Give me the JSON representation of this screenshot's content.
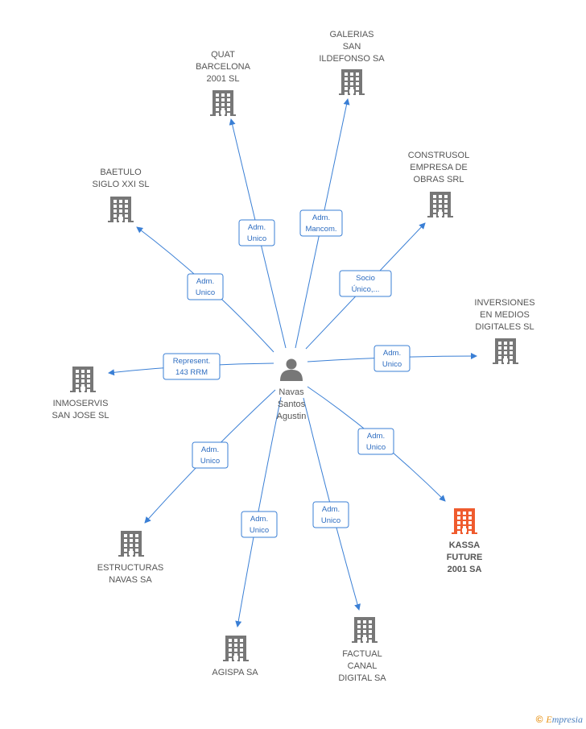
{
  "center": {
    "label_lines": [
      "Navas",
      "Santos",
      "Agustin"
    ],
    "icon": "person-icon"
  },
  "colors": {
    "edge": "#3a7fd5",
    "building": "#777777",
    "highlight": "#ef5b2e",
    "text": "#555555"
  },
  "nodes": [
    {
      "id": "quat",
      "label_lines": [
        "QUAT",
        "BARCELONA",
        "2001 SL"
      ],
      "icon": "building-icon",
      "highlight": false
    },
    {
      "id": "galerias",
      "label_lines": [
        "GALERIAS",
        "SAN",
        "ILDEFONSO SA"
      ],
      "icon": "building-icon",
      "highlight": false
    },
    {
      "id": "baetulo",
      "label_lines": [
        "BAETULO",
        "SIGLO XXI SL"
      ],
      "icon": "building-icon",
      "highlight": false
    },
    {
      "id": "construsol",
      "label_lines": [
        "CONSTRUSOL",
        "EMPRESA DE",
        "OBRAS SRL"
      ],
      "icon": "building-icon",
      "highlight": false
    },
    {
      "id": "inversiones",
      "label_lines": [
        "INVERSIONES",
        "EN MEDIOS",
        "DIGITALES  SL"
      ],
      "icon": "building-icon",
      "highlight": false
    },
    {
      "id": "inmoservis",
      "label_lines": [
        "INMOSERVIS",
        "SAN JOSE  SL"
      ],
      "icon": "building-icon",
      "highlight": false
    },
    {
      "id": "kassa",
      "label_lines": [
        "KASSA",
        "FUTURE",
        "2001 SA"
      ],
      "icon": "building-icon",
      "highlight": true
    },
    {
      "id": "estructuras",
      "label_lines": [
        "ESTRUCTURAS",
        "NAVAS SA"
      ],
      "icon": "building-icon",
      "highlight": false
    },
    {
      "id": "agispa",
      "label_lines": [
        "AGISPA SA"
      ],
      "icon": "building-icon",
      "highlight": false
    },
    {
      "id": "factual",
      "label_lines": [
        "FACTUAL",
        "CANAL",
        "DIGITAL SA"
      ],
      "icon": "building-icon",
      "highlight": false
    }
  ],
  "edges": [
    {
      "to": "quat",
      "label_lines": [
        "Adm.",
        "Unico"
      ]
    },
    {
      "to": "galerias",
      "label_lines": [
        "Adm.",
        "Mancom."
      ]
    },
    {
      "to": "baetulo",
      "label_lines": [
        "Adm.",
        "Unico"
      ]
    },
    {
      "to": "construsol",
      "label_lines": [
        "Socio",
        "Único,..."
      ]
    },
    {
      "to": "inversiones",
      "label_lines": [
        "Adm.",
        "Unico"
      ]
    },
    {
      "to": "inmoservis",
      "label_lines": [
        "Represent.",
        "143 RRM"
      ]
    },
    {
      "to": "kassa",
      "label_lines": [
        "Adm.",
        "Unico"
      ]
    },
    {
      "to": "estructuras",
      "label_lines": [
        "Adm.",
        "Unico"
      ]
    },
    {
      "to": "agispa",
      "label_lines": [
        "Adm.",
        "Unico"
      ]
    },
    {
      "to": "factual",
      "label_lines": [
        "Adm.",
        "Unico"
      ]
    }
  ],
  "footer": {
    "copyright_symbol": "©",
    "brand_initial": "E",
    "brand_rest": "mpresia"
  }
}
